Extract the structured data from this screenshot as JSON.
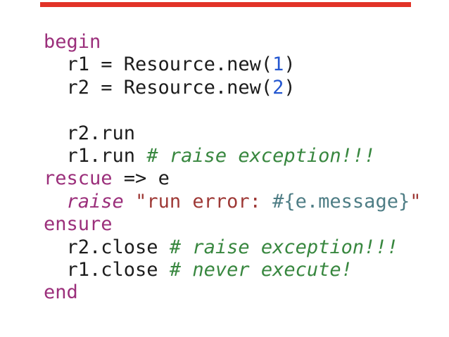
{
  "slide": {
    "background": "#ffffff",
    "accent_bar_color": "#e23327"
  },
  "colors": {
    "keyword": "#9b2f7b",
    "keyword-italic": "#9b2f7b",
    "text": "#1c1c1c",
    "number": "#2457d0",
    "comment": "#38873f",
    "string": "#9e3936",
    "interpolation": "#4e7d85"
  },
  "code": {
    "language": "ruby",
    "lines": [
      {
        "segments": [
          {
            "c": "keyword",
            "t": "begin"
          }
        ]
      },
      {
        "segments": [
          {
            "c": "text",
            "t": "  r1 = Resource.new("
          },
          {
            "c": "number",
            "t": "1"
          },
          {
            "c": "text",
            "t": ")"
          }
        ]
      },
      {
        "segments": [
          {
            "c": "text",
            "t": "  r2 = Resource.new("
          },
          {
            "c": "number",
            "t": "2"
          },
          {
            "c": "text",
            "t": ")"
          }
        ]
      },
      {
        "segments": []
      },
      {
        "segments": [
          {
            "c": "text",
            "t": "  r2.run"
          }
        ]
      },
      {
        "segments": [
          {
            "c": "text",
            "t": "  r1.run "
          },
          {
            "c": "comment",
            "t": "# raise exception!!!"
          }
        ]
      },
      {
        "segments": [
          {
            "c": "keyword",
            "t": "rescue"
          },
          {
            "c": "text",
            "t": " => e"
          }
        ]
      },
      {
        "segments": [
          {
            "c": "text",
            "t": "  "
          },
          {
            "c": "keyword-italic",
            "t": "raise"
          },
          {
            "c": "text",
            "t": " "
          },
          {
            "c": "string",
            "t": "\"run error: "
          },
          {
            "c": "interpolation",
            "t": "#{e.message}"
          },
          {
            "c": "string",
            "t": "\""
          }
        ]
      },
      {
        "segments": [
          {
            "c": "keyword",
            "t": "ensure"
          }
        ]
      },
      {
        "segments": [
          {
            "c": "text",
            "t": "  r2.close "
          },
          {
            "c": "comment",
            "t": "# raise exception!!!"
          }
        ]
      },
      {
        "segments": [
          {
            "c": "text",
            "t": "  r1.close "
          },
          {
            "c": "comment",
            "t": "# never execute!"
          }
        ]
      },
      {
        "segments": [
          {
            "c": "keyword",
            "t": "end"
          }
        ]
      }
    ]
  }
}
